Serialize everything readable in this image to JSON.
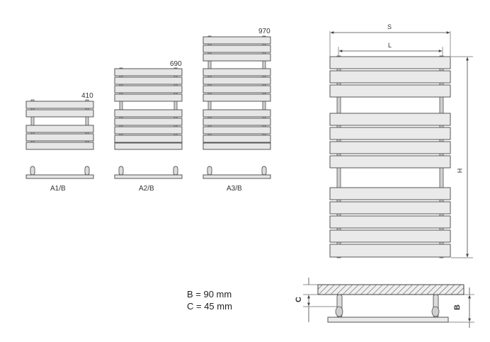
{
  "models": [
    {
      "name": "A1/B",
      "height": "410"
    },
    {
      "name": "A2/B",
      "height": "690"
    },
    {
      "name": "A3/B",
      "height": "970"
    }
  ],
  "dimensions": {
    "width_outer": "S",
    "width_inner": "L",
    "height": "H",
    "depth": "B",
    "clearance": "C"
  },
  "specs": [
    {
      "text": "B = 90 mm"
    },
    {
      "text": "C = 45 mm"
    }
  ]
}
